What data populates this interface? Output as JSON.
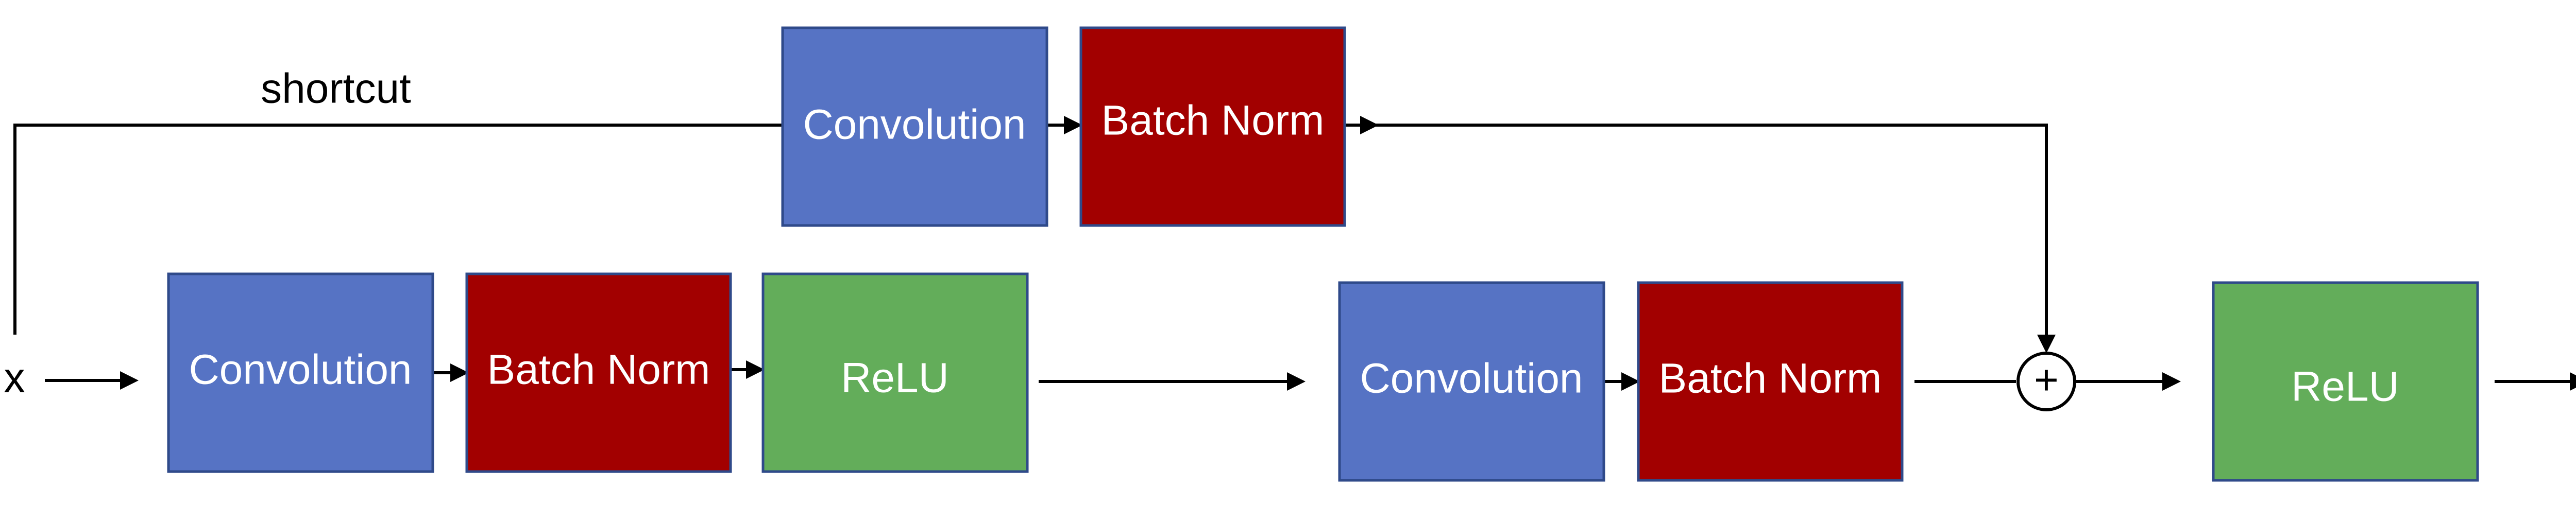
{
  "colors": {
    "convolution": "#5673c4",
    "batch_norm": "#a20000",
    "relu": "#63ad5a",
    "border": "#2f4a8a",
    "line": "#000000",
    "background": "#ffffff"
  },
  "labels": {
    "input": "x",
    "shortcut": "shortcut"
  },
  "shortcut_branch": {
    "conv": "Convolution",
    "bn": "Batch Norm"
  },
  "main_branch": {
    "conv1": "Convolution",
    "bn1": "Batch Norm",
    "relu1": "ReLU",
    "conv2": "Convolution",
    "bn2": "Batch Norm"
  },
  "add_symbol": "+",
  "output_block": {
    "relu": "ReLU"
  }
}
